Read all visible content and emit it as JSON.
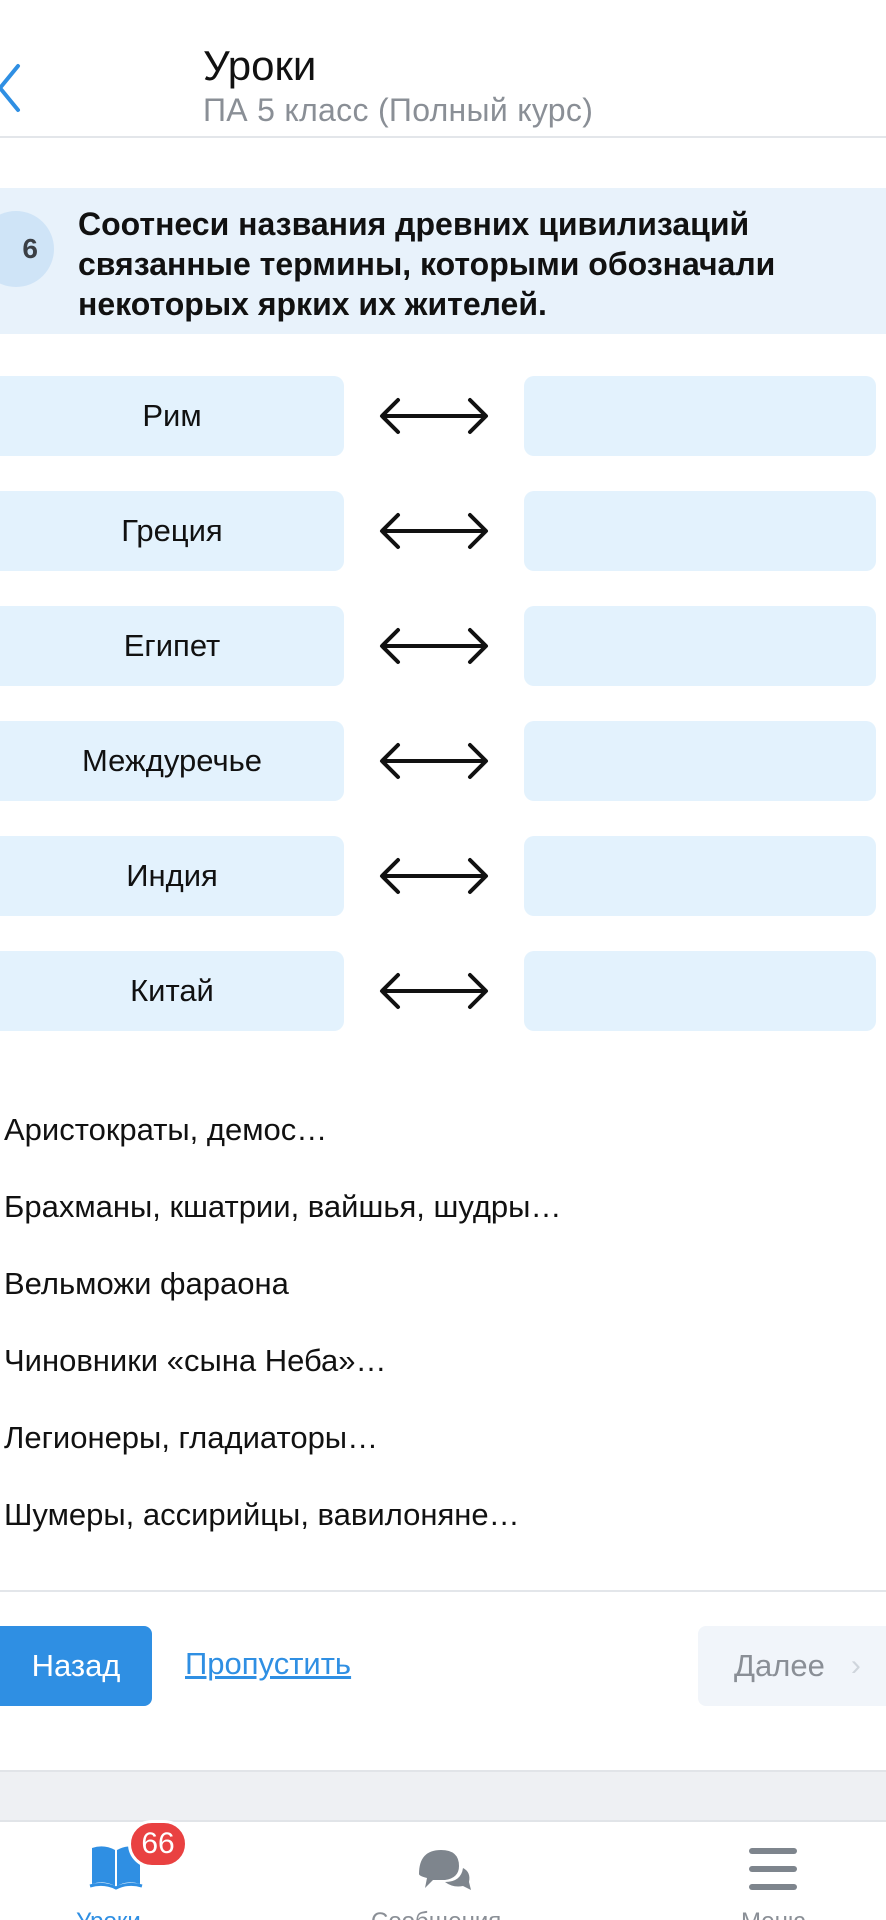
{
  "header": {
    "title": "Уроки",
    "subtitle": "ПА 5 класс (Полный курс)"
  },
  "question": {
    "number": "6",
    "text": "Соотнеси названия древних цивилизаций связанные термины, которыми обозначали некоторых ярких их жителей."
  },
  "pairs": [
    {
      "left": "Рим",
      "right": ""
    },
    {
      "left": "Греция",
      "right": ""
    },
    {
      "left": "Египет",
      "right": ""
    },
    {
      "left": "Междуречье",
      "right": ""
    },
    {
      "left": "Индия",
      "right": ""
    },
    {
      "left": "Китай",
      "right": ""
    }
  ],
  "options": [
    "Аристократы, демос…",
    "Брахманы, кшатрии, вайшья, шудры…",
    "Вельможи фараона",
    "Чиновники «сына Неба»…",
    "Легионеры, гладиаторы…",
    "Шумеры, ассирийцы, вавилоняне…"
  ],
  "actions": {
    "back_label": "Назад",
    "skip_label": "Пропустить",
    "next_label": "Далее"
  },
  "tabbar": {
    "lessons_badge": "66",
    "tabs": [
      {
        "icon": "book-icon",
        "label": "Уроки"
      },
      {
        "icon": "chat-bubbles-icon",
        "label": "Сообщения"
      },
      {
        "icon": "hamburger-menu-icon",
        "label": "Меню"
      }
    ]
  },
  "colors": {
    "accent": "#2f8fe3",
    "box_bg": "#e3f2fd",
    "question_bg": "#e8f2fb",
    "badge": "#e94141"
  }
}
